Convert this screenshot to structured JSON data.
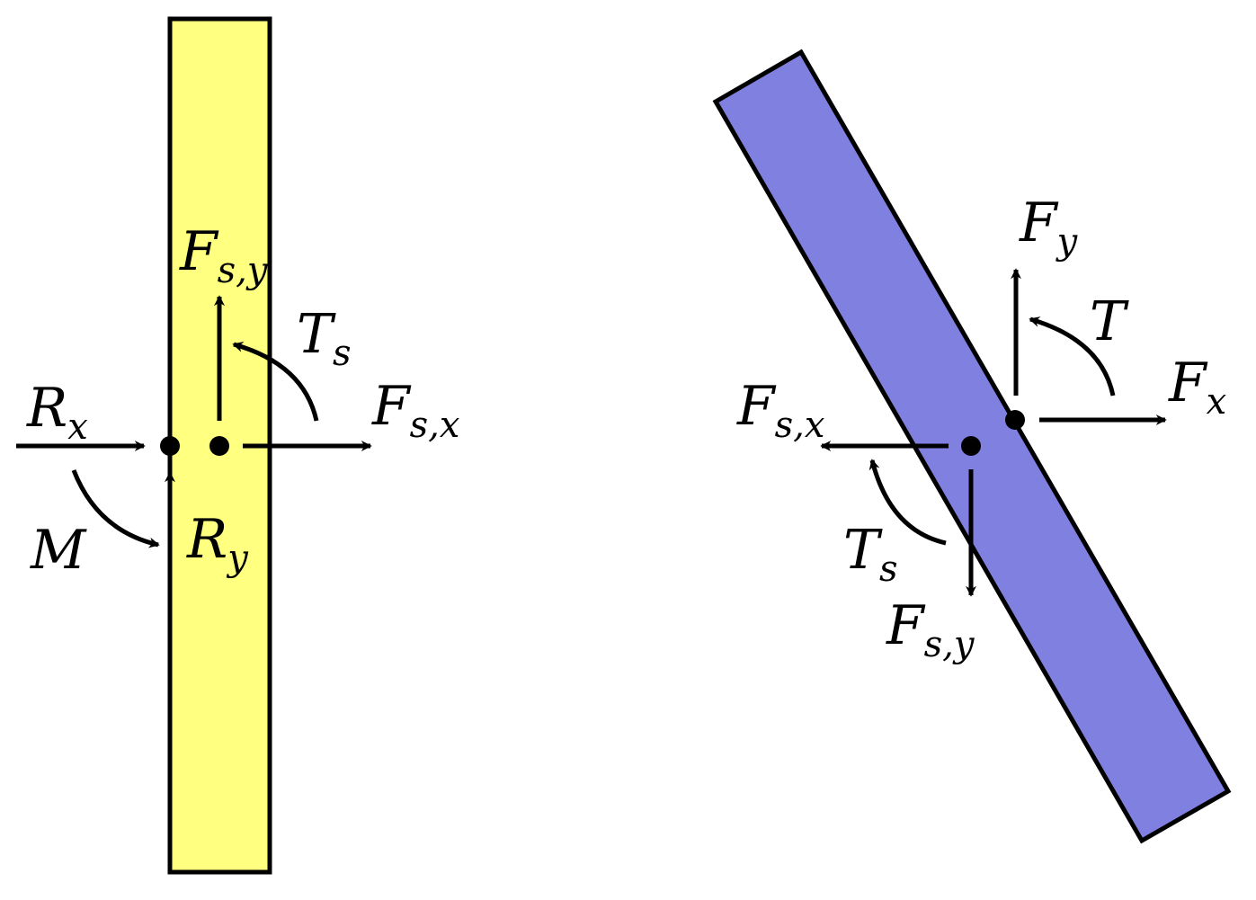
{
  "colors": {
    "left_body": "#ffff80",
    "right_body": "#8080e0",
    "stroke": "#000000"
  },
  "left_diagram": {
    "rx": {
      "main": "R",
      "sub": "x"
    },
    "ry": {
      "main": "R",
      "sub": "y"
    },
    "m": {
      "main": "M",
      "sub": ""
    },
    "fsy": {
      "main": "F",
      "sub": "s,y"
    },
    "ts": {
      "main": "T",
      "sub": "s"
    },
    "fsx": {
      "main": "F",
      "sub": "s,x"
    }
  },
  "right_diagram": {
    "fy": {
      "main": "F",
      "sub": "y"
    },
    "t": {
      "main": "T",
      "sub": ""
    },
    "fx": {
      "main": "F",
      "sub": "x"
    },
    "fsx": {
      "main": "F",
      "sub": "s,x"
    },
    "ts": {
      "main": "T",
      "sub": "s"
    },
    "fsy": {
      "main": "F",
      "sub": "s,y"
    }
  }
}
